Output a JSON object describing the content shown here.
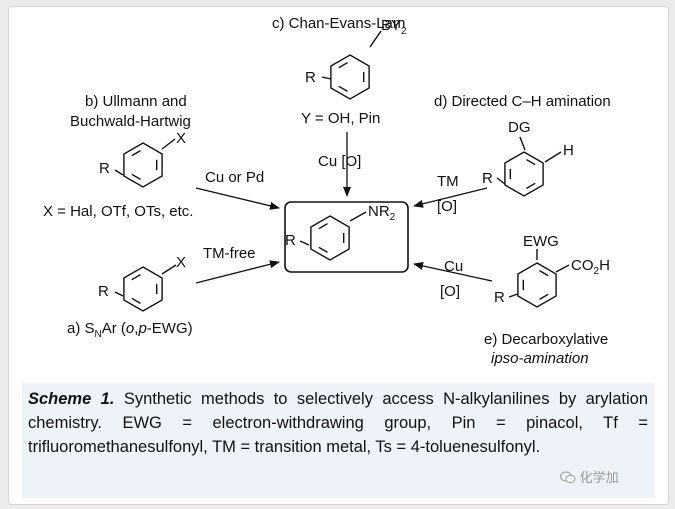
{
  "labels": {
    "c_title": "c) Chan-Evans-Lam",
    "c_by": "BY",
    "c_by_sub": "2",
    "c_r": "R",
    "c_y": "Y = OH, Pin",
    "c_cat": "Cu [O]",
    "b_title_line1": "b) Ullmann and",
    "b_title_line2": "Buchwald-Hartwig",
    "b_x": "X",
    "b_r": "R",
    "b_xdef": "X = Hal, OTf, OTs, etc.",
    "b_cat": "Cu or Pd",
    "d_title": "d) Directed C–H amination",
    "d_dg": "DG",
    "d_h": "H",
    "d_r": "R",
    "d_cat1": "TM",
    "d_cat2": "[O]",
    "center_nr": "NR",
    "center_nr_sub": "2",
    "center_r": "R",
    "a_x": "X",
    "a_r": "R",
    "a_cat": "TM-free",
    "a_title_pre": "a) S",
    "a_title_sub": "N",
    "a_title_mid": "Ar (",
    "a_title_o": "o",
    "a_title_comma": ",",
    "a_title_p": "p",
    "a_title_post": "-EWG)",
    "e_ewg": "EWG",
    "e_co2h": "CO",
    "e_co2h_sub": "2",
    "e_co2h_h": "H",
    "e_r": "R",
    "e_cat1": "Cu",
    "e_cat2": "[O]",
    "e_title_line1": "e) Decarboxylative",
    "e_title_line2": "ipso-amination"
  },
  "caption": {
    "head": "Scheme 1.",
    "body": " Synthetic methods to selectively access N-alkylanilines by arylation chemistry. EWG = electron-withdrawing group, Pin = pinacol, Tf = trifluoromethanesulfonyl, TM = transition metal, Ts = 4-toluenesul­fonyl."
  },
  "watermark": "化学加"
}
